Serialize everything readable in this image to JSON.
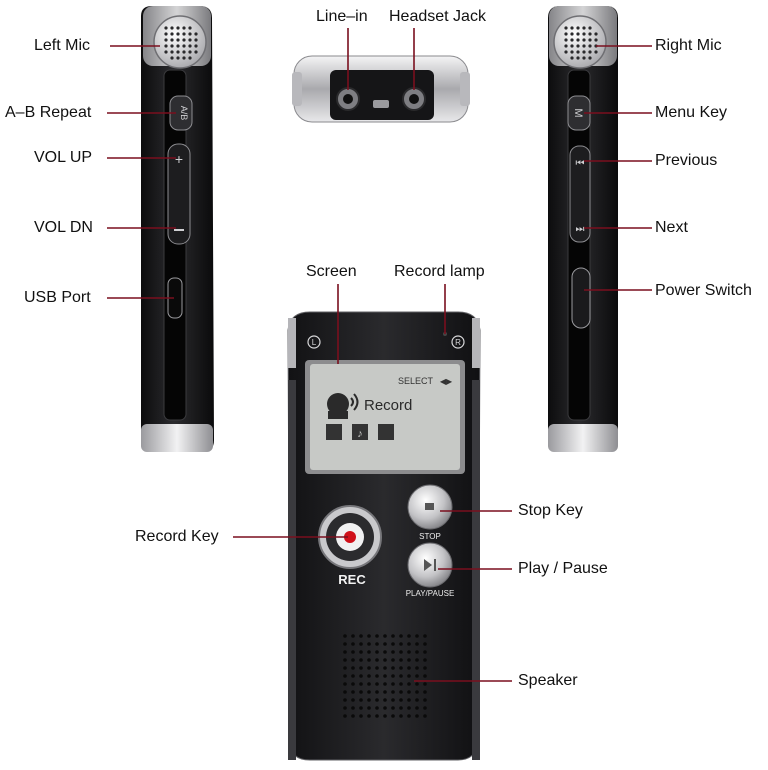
{
  "labels": {
    "left_mic": "Left Mic",
    "ab_repeat": "A–B Repeat",
    "vol_up": "VOL UP",
    "vol_dn": "VOL DN",
    "usb_port": "USB Port",
    "line_in": "Line–in",
    "headset_jack": "Headset Jack",
    "right_mic": "Right Mic",
    "menu_key": "Menu Key",
    "previous": "Previous",
    "next": "Next",
    "power_switch": "Power Switch",
    "screen": "Screen",
    "record_lamp": "Record lamp",
    "stop_key": "Stop Key",
    "record_key": "Record Key",
    "play_pause": "Play / Pause",
    "speaker": "Speaker"
  },
  "device": {
    "screen_select": "SELECT",
    "screen_mode": "Record",
    "rec_label": "REC",
    "stop_label": "STOP",
    "play_label": "PLAY/PAUSE",
    "corner_left": "L",
    "corner_right": "R",
    "side_ab": "A/B",
    "side_m": "M"
  },
  "colors": {
    "leader_line": "#7a0f1e",
    "body_dark": "#1c1c1e",
    "metal": "#c9c9cc",
    "screen_bg": "#c7c9c6",
    "rec_dot": "#d0101a"
  }
}
